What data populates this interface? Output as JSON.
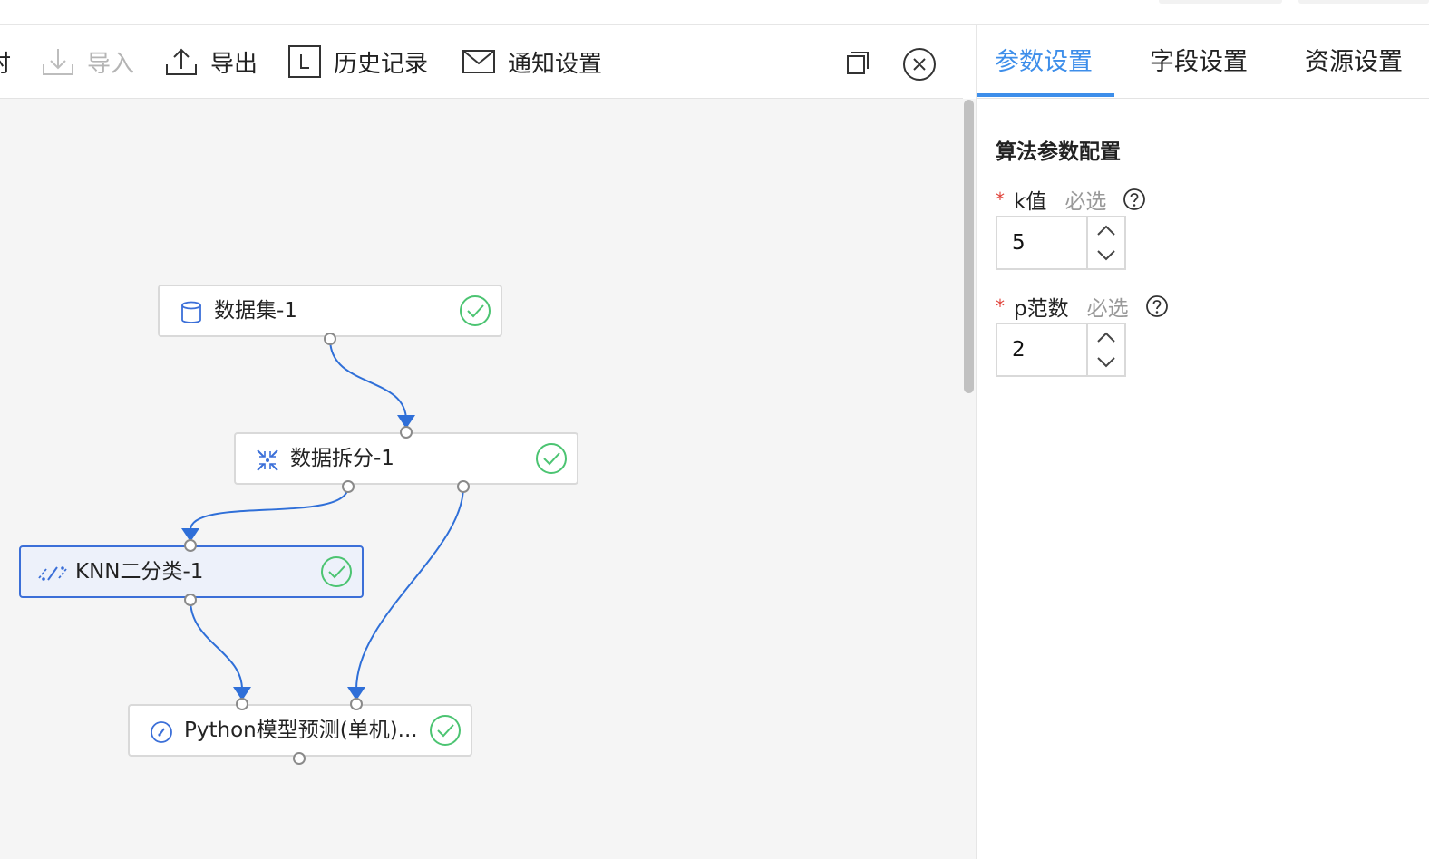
{
  "toolbar": {
    "partial_label": "时",
    "import_label": "导入",
    "export_label": "导出",
    "history_label": "历史记录",
    "notify_label": "通知设置"
  },
  "nodes": {
    "dataset": {
      "label": "数据集-1",
      "status": "success"
    },
    "split": {
      "label": "数据拆分-1",
      "status": "success"
    },
    "knn": {
      "label": "KNN二分类-1",
      "status": "success",
      "selected": true
    },
    "predict": {
      "label": "Python模型预测(单机)...",
      "status": "success"
    }
  },
  "panel": {
    "tabs": [
      {
        "label": "参数设置",
        "active": true
      },
      {
        "label": "字段设置"
      },
      {
        "label": "资源设置"
      }
    ],
    "section_title": "算法参数配置",
    "fields": [
      {
        "label": "k值",
        "required_mark": "*",
        "optional": "必选",
        "value": "5"
      },
      {
        "label": "p范数",
        "required_mark": "*",
        "optional": "必选",
        "value": "2"
      }
    ]
  },
  "colors": {
    "accent": "#3d8eea",
    "edge": "#2f6fd8",
    "success": "#4cc472",
    "required": "#e0443b"
  }
}
